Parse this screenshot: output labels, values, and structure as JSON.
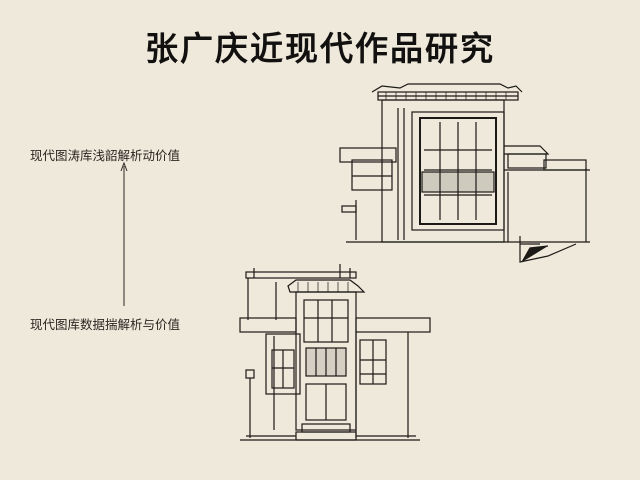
{
  "title": "张广庆近现代作品研究",
  "annotations": {
    "top": "现代图涛库浅韶解析动价值",
    "bottom": "现代图库数据揣解析与价值"
  },
  "colors": {
    "background": "#efe9dc",
    "ink": "#1c1a16"
  }
}
